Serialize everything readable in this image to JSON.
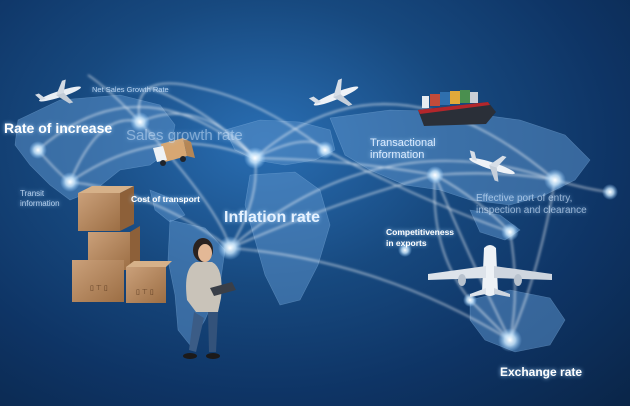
{
  "labels": {
    "net_sales_growth_rate": "Net Sales Growth Rate",
    "rate_of_increase": "Rate of increase",
    "sales_growth_rate": "Sales growth rate",
    "transit_information_1": "Transit",
    "transit_information_2": "information",
    "cost_of_transport": "Cost of transport",
    "inflation_rate": "Inflation rate",
    "transactional_information_1": "Transactional",
    "transactional_information_2": "information",
    "competitiveness_1": "Competitiveness",
    "competitiveness_2": "in exports",
    "effective_port_1": "Effective port of entry,",
    "effective_port_2": "inspection and clearance",
    "exchange_rate": "Exchange rate"
  },
  "icons": {
    "plane_top_left": "airplane-icon",
    "plane_top_center": "airplane-icon",
    "plane_right": "airplane-icon",
    "plane_large": "airplane-icon",
    "ship": "cargo-ship-icon",
    "truck": "truck-icon",
    "boxes": "cardboard-boxes-icon",
    "person": "woman-with-tablet-icon"
  },
  "colors": {
    "background": "#17497f",
    "map_land": "#5a8fc8",
    "route_line": "#ffffff",
    "node_glow": "#bfe3ff",
    "box_brown": "#b7865a"
  }
}
